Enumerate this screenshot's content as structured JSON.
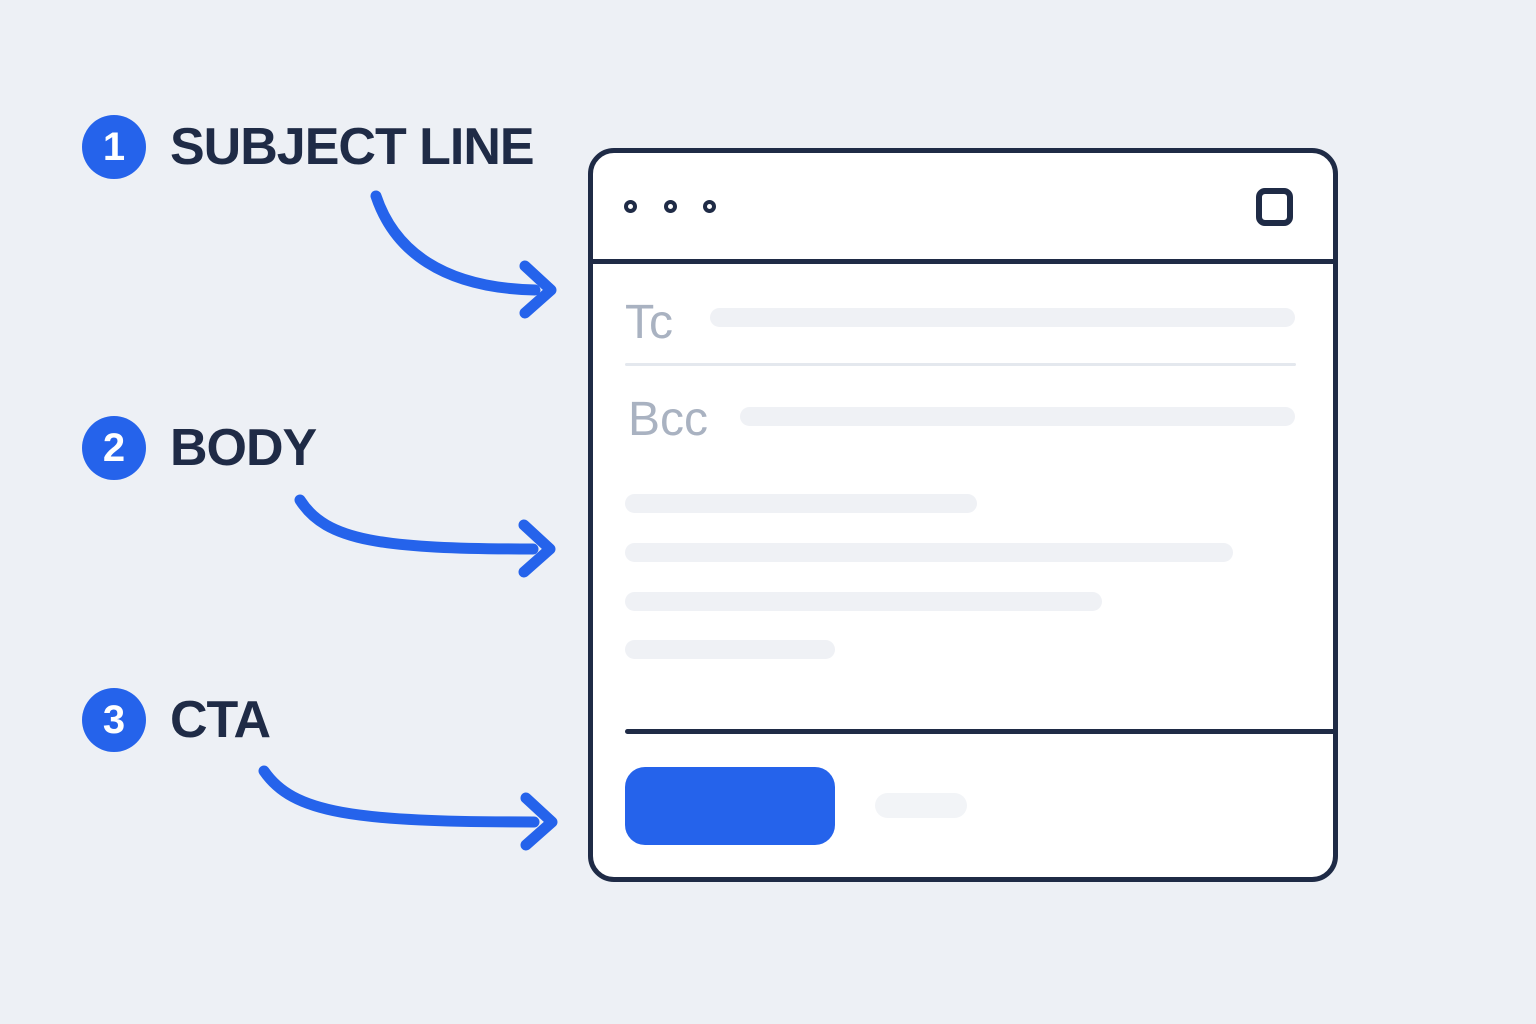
{
  "colors": {
    "background": "#edf0f5",
    "navy": "#1f2b46",
    "accent_blue": "#2563eb",
    "field_label_gray": "#a9b2c1",
    "placeholder_gray": "#eff1f5"
  },
  "annotations": [
    {
      "number": "1",
      "label": "SUBJECT LINE"
    },
    {
      "number": "2",
      "label": "BODY"
    },
    {
      "number": "3",
      "label": "CTA"
    }
  ],
  "window": {
    "titlebar": {
      "dots_count": 3,
      "maximize_icon": "square-outline"
    },
    "compose": {
      "to_field": {
        "label": "Tc"
      },
      "bcc_field": {
        "label": "Bcc"
      },
      "body_placeholder_lines": 4,
      "cta_button": {
        "label": ""
      }
    }
  }
}
